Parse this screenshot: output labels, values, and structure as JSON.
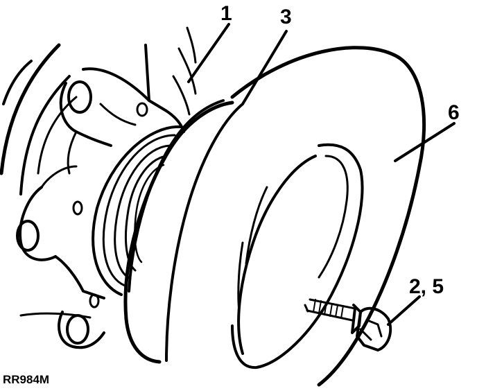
{
  "callouts": {
    "c1": "1",
    "c3": "3",
    "c6": "6",
    "c25": "2, 5"
  },
  "figure_ref": "RR984M",
  "colors": {
    "ink": "#000000",
    "paper": "#ffffff"
  }
}
